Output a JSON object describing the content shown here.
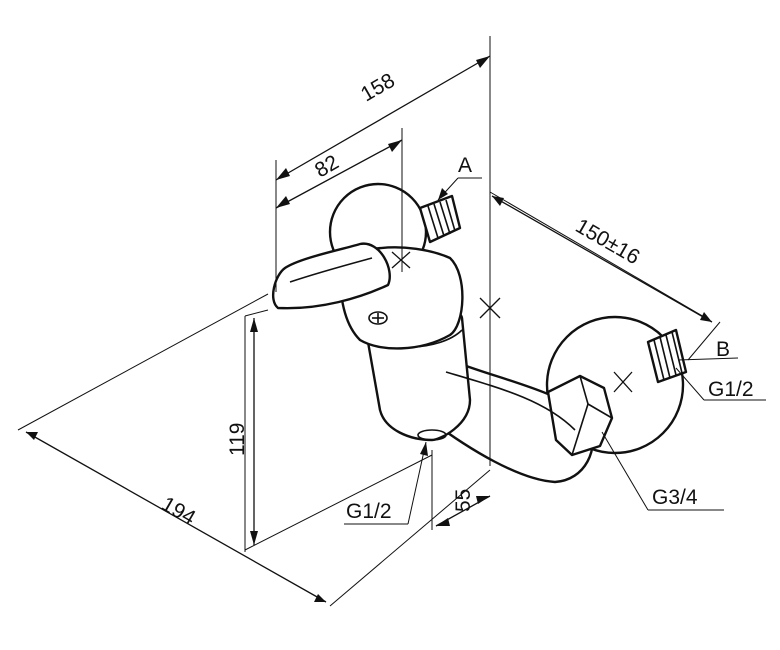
{
  "dimensions": {
    "overall_depth": "158",
    "handle_offset": "82",
    "center_distance": "150±16",
    "height": "119",
    "length": "194",
    "spout_offset": "55"
  },
  "labels": {
    "inlet_a": "A",
    "inlet_b": "B",
    "thread_inlet": "G1/2",
    "thread_outlet": "G1/2",
    "thread_shower": "G3/4"
  }
}
